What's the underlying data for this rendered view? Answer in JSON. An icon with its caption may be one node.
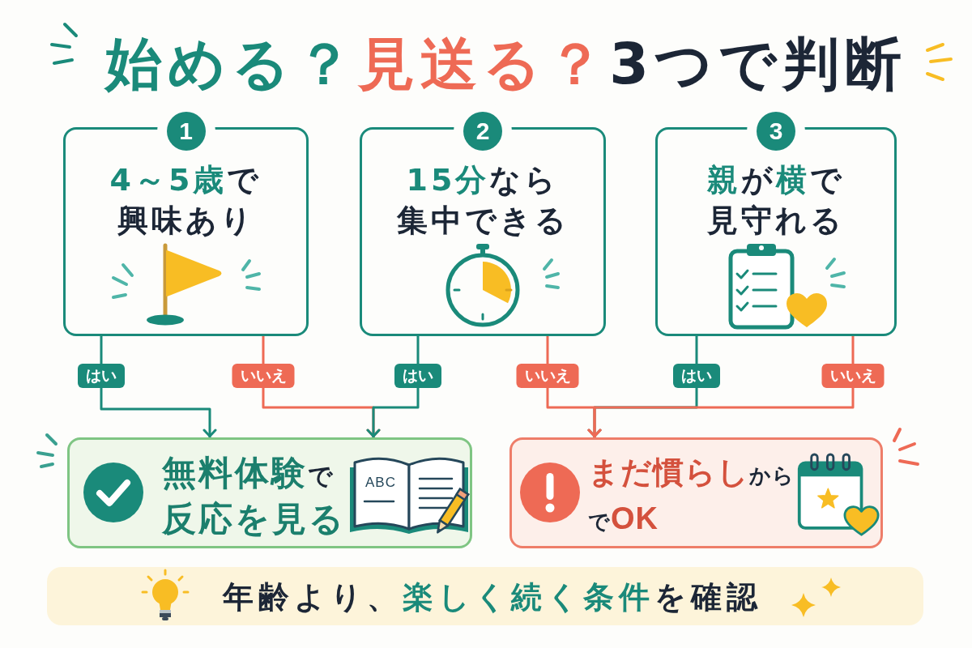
{
  "diagram": {
    "title": "**始める？****見送る？**3つで判断",
    "nodes": [
      {
        "text": [
          "1",
          "**4～5歳**で興味あり"
        ]
      },
      {
        "text": [
          "2",
          "**15分**なら集中できる"
        ]
      },
      {
        "text": [
          "3",
          "**親**が**横**で見守れる"
        ]
      },
      {
        "text": [
          "**無料体験**で**反応を見る**"
        ]
      },
      {
        "text": [
          "**まだ慣らし**からで**OK**"
        ]
      },
      {
        "text": [
          "年齢より、**楽しく続く条件**を確認"
        ]
      }
    ],
    "edges": [
      {
        "from": 0,
        "to": 3,
        "arrow": "to",
        "label": "はい",
        "color": "#1a8a7a"
      },
      {
        "from": 0,
        "to": 3,
        "arrow": "to",
        "label": "いいえ",
        "color": "#ee6a55"
      },
      {
        "from": 1,
        "to": 3,
        "arrow": "to",
        "label": "はい",
        "color": "#1a8a7a"
      },
      {
        "from": 1,
        "to": 4,
        "arrow": "to",
        "label": "いいえ",
        "color": "#ee6a55"
      },
      {
        "from": 2,
        "to": 4,
        "arrow": "to",
        "label": "はい",
        "color": "#1a8a7a"
      },
      {
        "from": 2,
        "to": 4,
        "arrow": "to",
        "label": "いいえ",
        "color": "#ee6a55"
      }
    ],
    "labels": [
      "ABC"
    ]
  }
}
